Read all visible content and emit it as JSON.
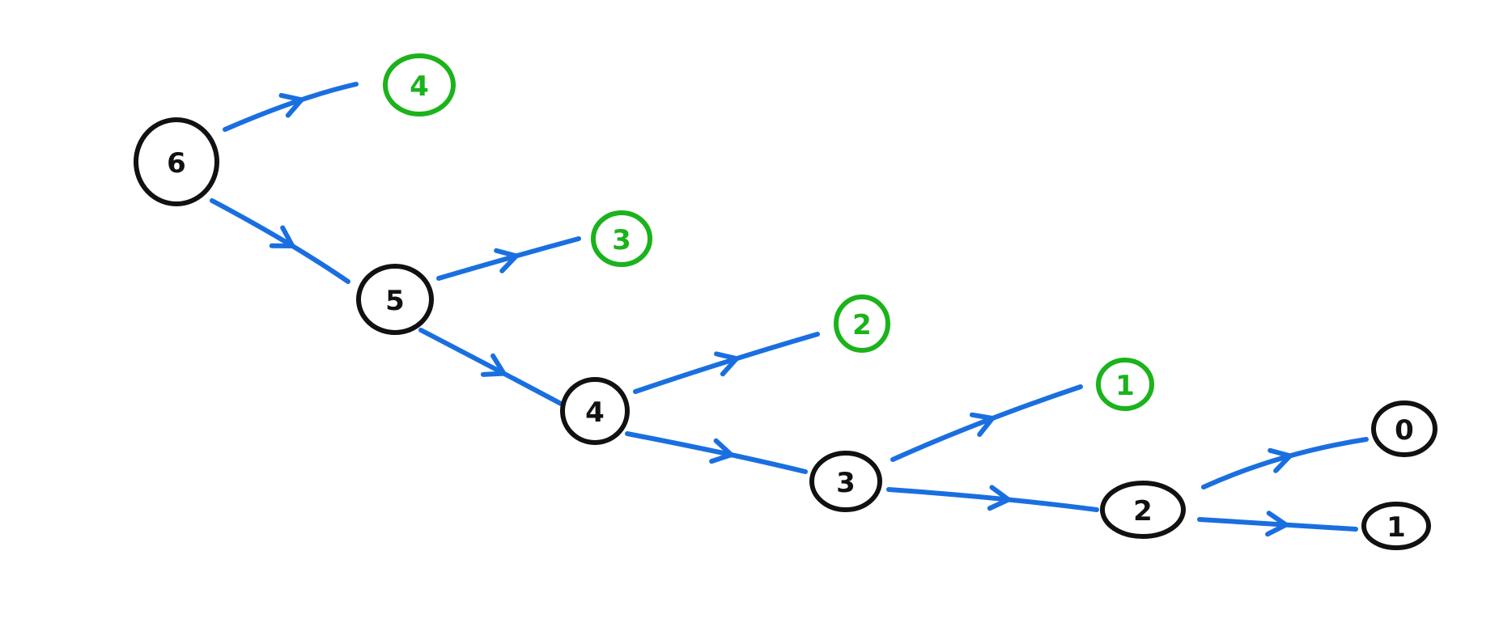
{
  "colors": {
    "computed_node": "#111111",
    "memo_node": "#1bb31b",
    "edge": "#1a6fe0",
    "background": "#ffffff"
  },
  "nodes": [
    {
      "id": "n6",
      "label": "6",
      "kind": "computed"
    },
    {
      "id": "m4",
      "label": "4",
      "kind": "memo"
    },
    {
      "id": "n5",
      "label": "5",
      "kind": "computed"
    },
    {
      "id": "m3",
      "label": "3",
      "kind": "memo"
    },
    {
      "id": "n4",
      "label": "4",
      "kind": "computed"
    },
    {
      "id": "m2",
      "label": "2",
      "kind": "memo"
    },
    {
      "id": "n3",
      "label": "3",
      "kind": "computed"
    },
    {
      "id": "m1",
      "label": "1",
      "kind": "memo"
    },
    {
      "id": "n2",
      "label": "2",
      "kind": "computed"
    },
    {
      "id": "n0",
      "label": "0",
      "kind": "computed"
    },
    {
      "id": "n1",
      "label": "1",
      "kind": "computed"
    }
  ],
  "edges": [
    {
      "from": "n6",
      "to": "m4"
    },
    {
      "from": "n6",
      "to": "n5"
    },
    {
      "from": "n5",
      "to": "m3"
    },
    {
      "from": "n5",
      "to": "n4"
    },
    {
      "from": "n4",
      "to": "m2"
    },
    {
      "from": "n4",
      "to": "n3"
    },
    {
      "from": "n3",
      "to": "m1"
    },
    {
      "from": "n3",
      "to": "n2"
    },
    {
      "from": "n2",
      "to": "n0"
    },
    {
      "from": "n2",
      "to": "n1"
    }
  ]
}
